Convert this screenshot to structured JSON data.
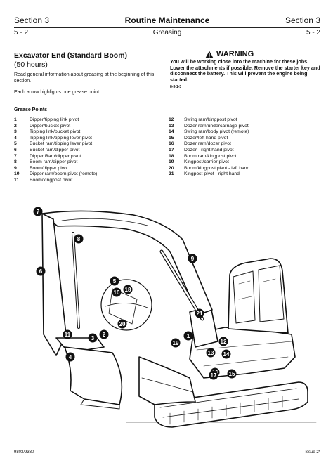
{
  "header": {
    "section_left": "Section 3",
    "title": "Routine Maintenance",
    "section_right": "Section 3",
    "page_left": "5 - 2",
    "subtitle": "Greasing",
    "page_right": "5 - 2"
  },
  "intro": {
    "heading": "Excavator End (Standard Boom)",
    "hours": "(50 hours)",
    "para1": "Read general information about greasing at the beginning of this section.",
    "para2": "Each arrow highlights one grease point."
  },
  "warning": {
    "title": "WARNING",
    "text": "You will be working close into the machine for these jobs. Lower the attachments if possible. Remove the starter key and disconnect the battery. This will prevent the engine being started.",
    "ref": "8-3-1-3"
  },
  "grease_points": {
    "title": "Grease Points",
    "left": [
      {
        "num": "1",
        "label": "Dipper/tipping link pivot"
      },
      {
        "num": "2",
        "label": "Dipper/bucket pivot"
      },
      {
        "num": "3",
        "label": "Tipping link/bucket pivot"
      },
      {
        "num": "4",
        "label": "Tipping link/tipping lever pivot"
      },
      {
        "num": "5",
        "label": "Bucket ram/tipping lever pivot"
      },
      {
        "num": "6",
        "label": "Bucket ram/dipper pivot"
      },
      {
        "num": "7",
        "label": "Dipper Ram/dipper pivot"
      },
      {
        "num": "8",
        "label": "Boom ram/dipper pivot"
      },
      {
        "num": "9",
        "label": "Boom/dipper pivot"
      },
      {
        "num": "10",
        "label": "Dipper ram/boom pivot (remote)"
      },
      {
        "num": "11",
        "label": "Boom/kingpost pivot"
      }
    ],
    "right": [
      {
        "num": "12",
        "label": "Swing ram/kingpost pivot"
      },
      {
        "num": "13",
        "label": "Dozer ram/undercarriage pivot"
      },
      {
        "num": "14",
        "label": "Swing ram/body pivot (remote)"
      },
      {
        "num": "15",
        "label": "Dozer/left hand pivot"
      },
      {
        "num": "16",
        "label": "Dozer ram/dozer pivot"
      },
      {
        "num": "17",
        "label": "Dozer - right hand pivot"
      },
      {
        "num": "18",
        "label": "Boom ram/kingpost pivot"
      },
      {
        "num": "19",
        "label": "Kingpost/carrier pivot"
      },
      {
        "num": "20",
        "label": "Boom/kingpost pivot - left hand"
      },
      {
        "num": "21",
        "label": "Kingpost pivot - right hand"
      }
    ]
  },
  "diagram": {
    "callouts": [
      "7",
      "8",
      "6",
      "9",
      "5",
      "10",
      "18",
      "20",
      "21",
      "11",
      "4",
      "3",
      "2",
      "1",
      "12",
      "13",
      "14",
      "15",
      "16",
      "17",
      "19"
    ]
  },
  "footer": {
    "left": "9803/9330",
    "right": "Issue 2*"
  }
}
